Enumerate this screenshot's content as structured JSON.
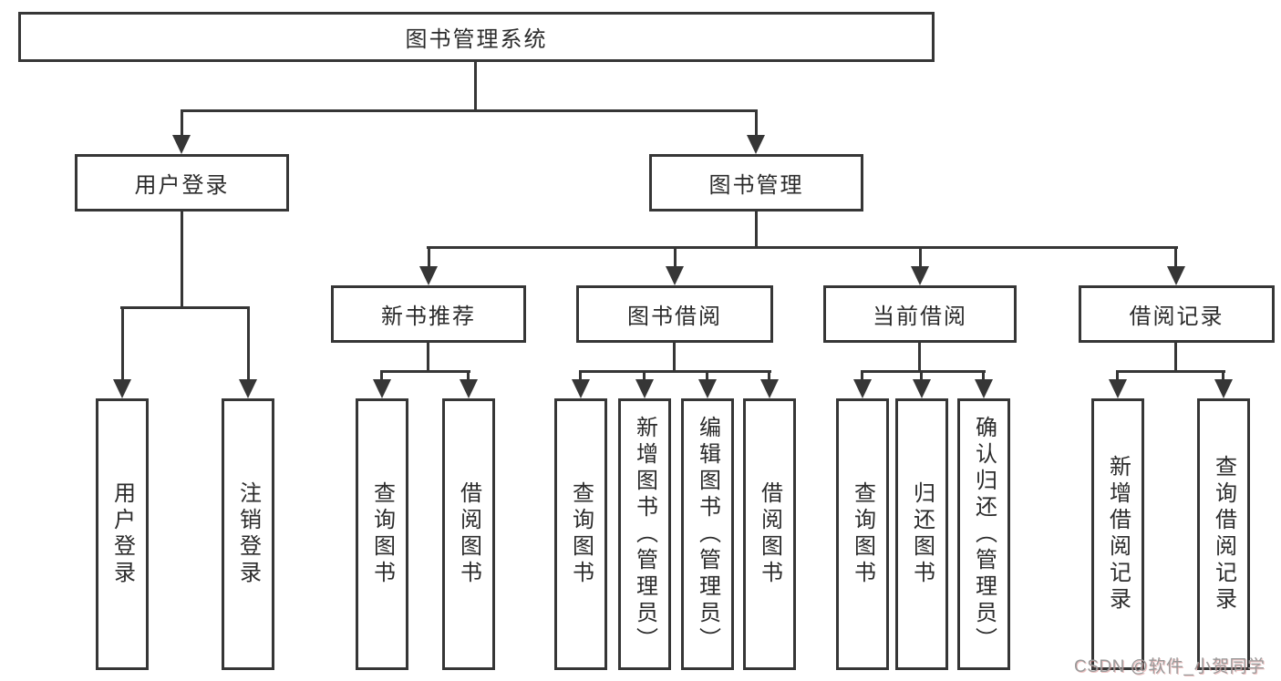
{
  "diagram": {
    "title": "图书管理系统",
    "root": {
      "label": "图书管理系统"
    },
    "level2": [
      {
        "label": "用户登录"
      },
      {
        "label": "图书管理"
      }
    ],
    "level3": [
      {
        "label": "新书推荐"
      },
      {
        "label": "图书借阅"
      },
      {
        "label": "当前借阅"
      },
      {
        "label": "借阅记录"
      }
    ],
    "leaves": {
      "user_login": [
        "用户登录",
        "注销登录"
      ],
      "new_book": [
        "查询图书",
        "借阅图书"
      ],
      "book_borrow": [
        "查询图书",
        "新增图书（管理员）",
        "编辑图书（管理员）",
        "借阅图书"
      ],
      "current_borrow": [
        "查询图书",
        "归还图书",
        "确认归还（管理员）"
      ],
      "borrow_record": [
        "新增借阅记录",
        "查询借阅记录"
      ]
    }
  },
  "watermark": {
    "text": "CSDN @软件_小贺同学"
  },
  "colors": {
    "line": "#363636",
    "text": "#2b2b2b",
    "background": "#ffffff",
    "watermark_gray": "#9a9a9a",
    "watermark_shadow": "#d87878"
  }
}
